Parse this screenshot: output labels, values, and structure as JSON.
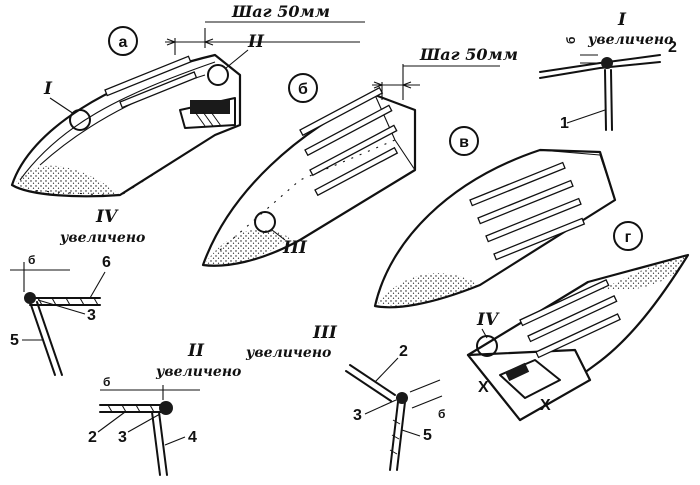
{
  "figure": {
    "views": {
      "a": "а",
      "b": "б",
      "v": "в",
      "g": "г"
    },
    "step_label": "Шаг 50мм",
    "enlarged": "увеличено",
    "details": {
      "I": "I",
      "II": "II",
      "III": "III",
      "IV": "IV"
    },
    "dimension_b": "б",
    "parts": {
      "p1": "1",
      "p2": "2",
      "p3": "3",
      "p4": "4",
      "p5": "5",
      "p6": "6"
    }
  }
}
